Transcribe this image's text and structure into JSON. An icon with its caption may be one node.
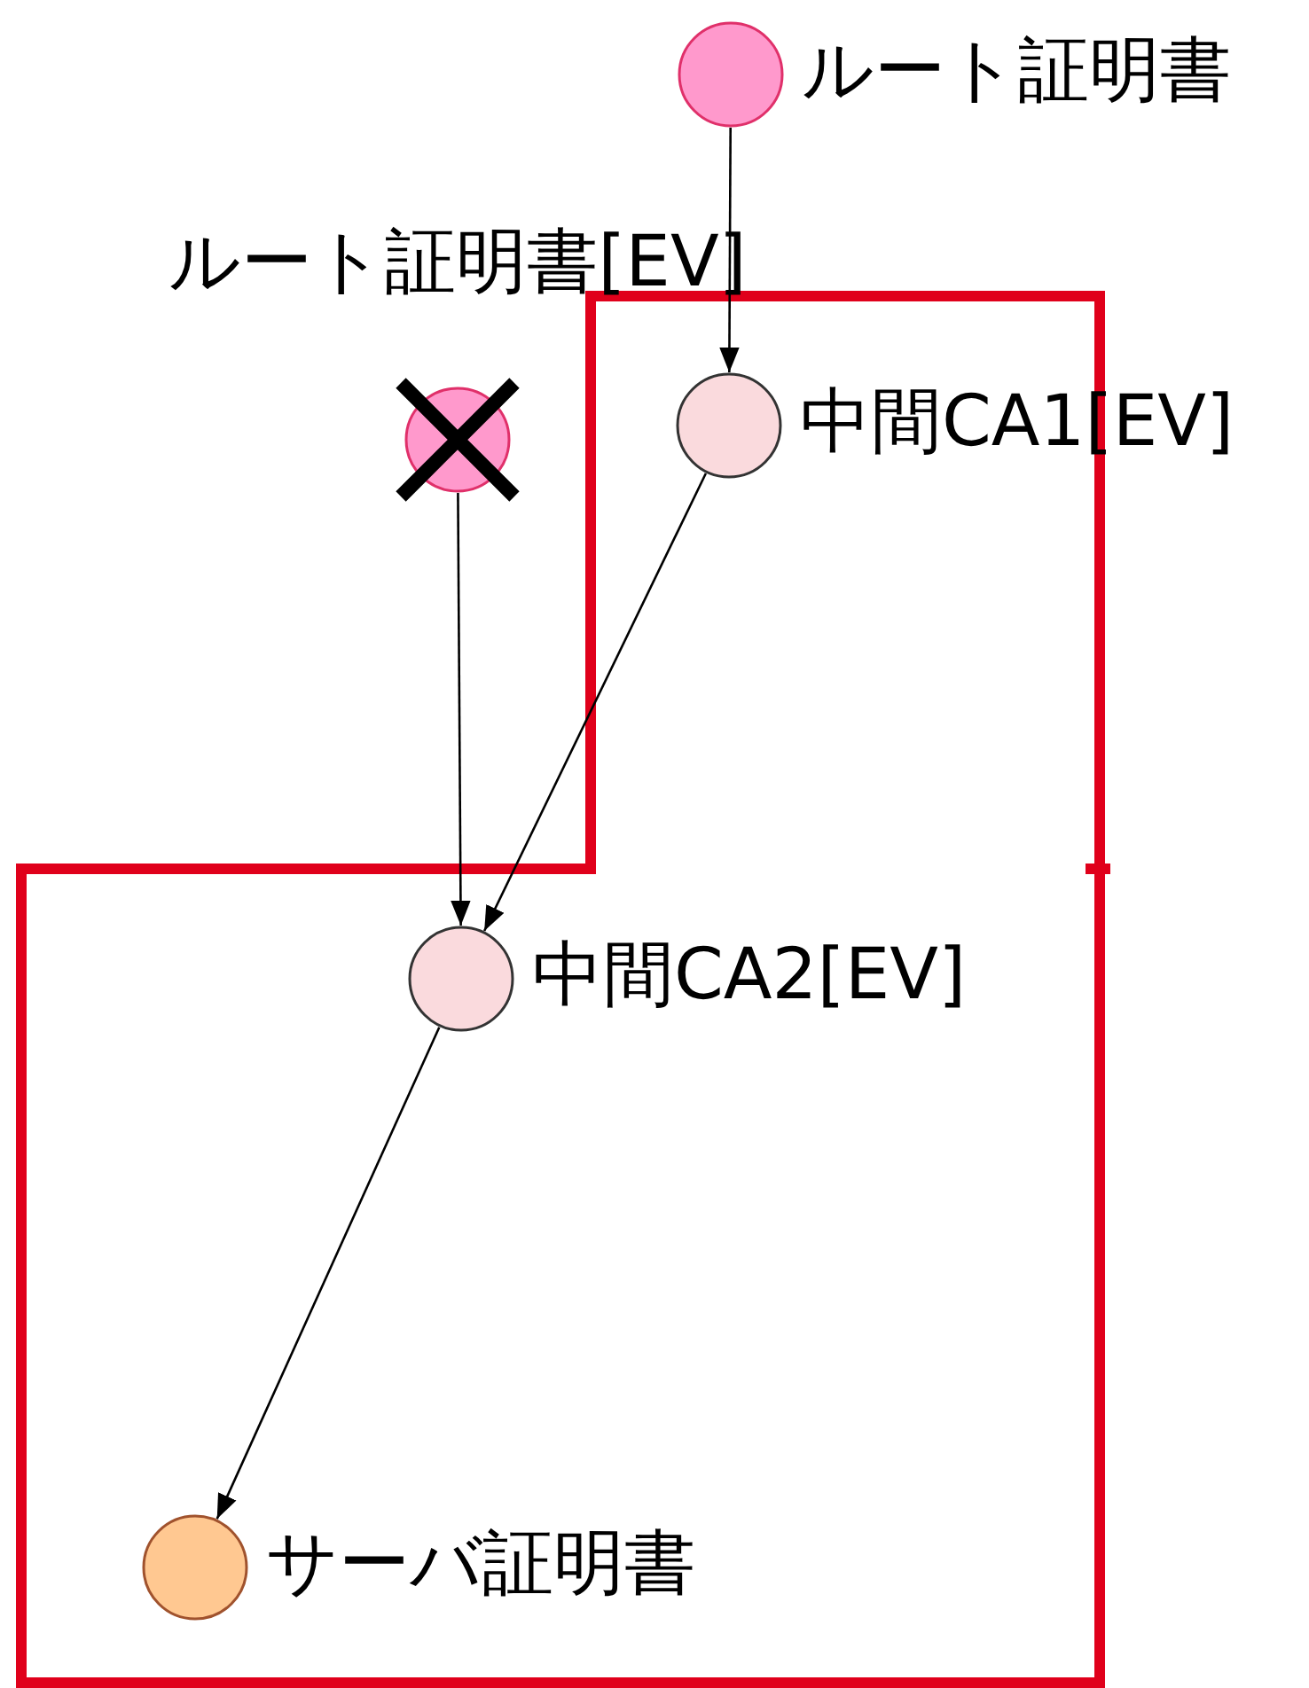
{
  "diagram": {
    "nodes": [
      {
        "text": [
          "ルート証明書"
        ]
      },
      {
        "text": [
          "ルート証明書[EV]"
        ]
      },
      {
        "text": [
          "中間CA1[EV]"
        ]
      },
      {
        "text": [
          "中間CA2[EV]"
        ]
      },
      {
        "text": [
          "サーバ証明書"
        ]
      }
    ],
    "edges": [
      {
        "from": 0,
        "to": 2,
        "arrow": "to"
      },
      {
        "from": 1,
        "to": 3,
        "arrow": "to"
      },
      {
        "from": 2,
        "to": 3,
        "arrow": "to"
      },
      {
        "from": 3,
        "to": 4,
        "arrow": "to"
      }
    ]
  }
}
